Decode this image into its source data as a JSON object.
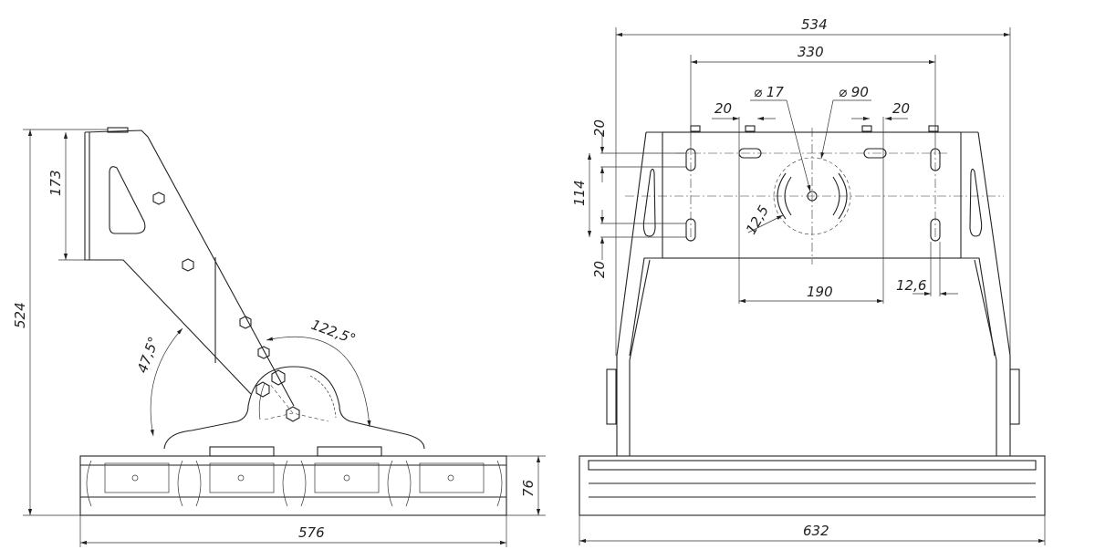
{
  "side_view": {
    "total_height": "524",
    "bracket_height": "173",
    "tilt_angle_up": "122,5°",
    "tilt_angle_down": "47,5°",
    "total_length": "576",
    "body_height": "76"
  },
  "front_view": {
    "overall_width": "534",
    "hole_spacing": "330",
    "center_hole_diameter": "⌀ 17",
    "bolt_circle_diameter": "⌀ 90",
    "slot_length_left": "20",
    "slot_length_right": "20",
    "top_offset": "20",
    "vertical_spacing": "114",
    "bottom_offset": "20",
    "arc_slot_width": "12,5",
    "slot_spacing": "190",
    "slot_width": "12,6",
    "total_width": "632"
  }
}
